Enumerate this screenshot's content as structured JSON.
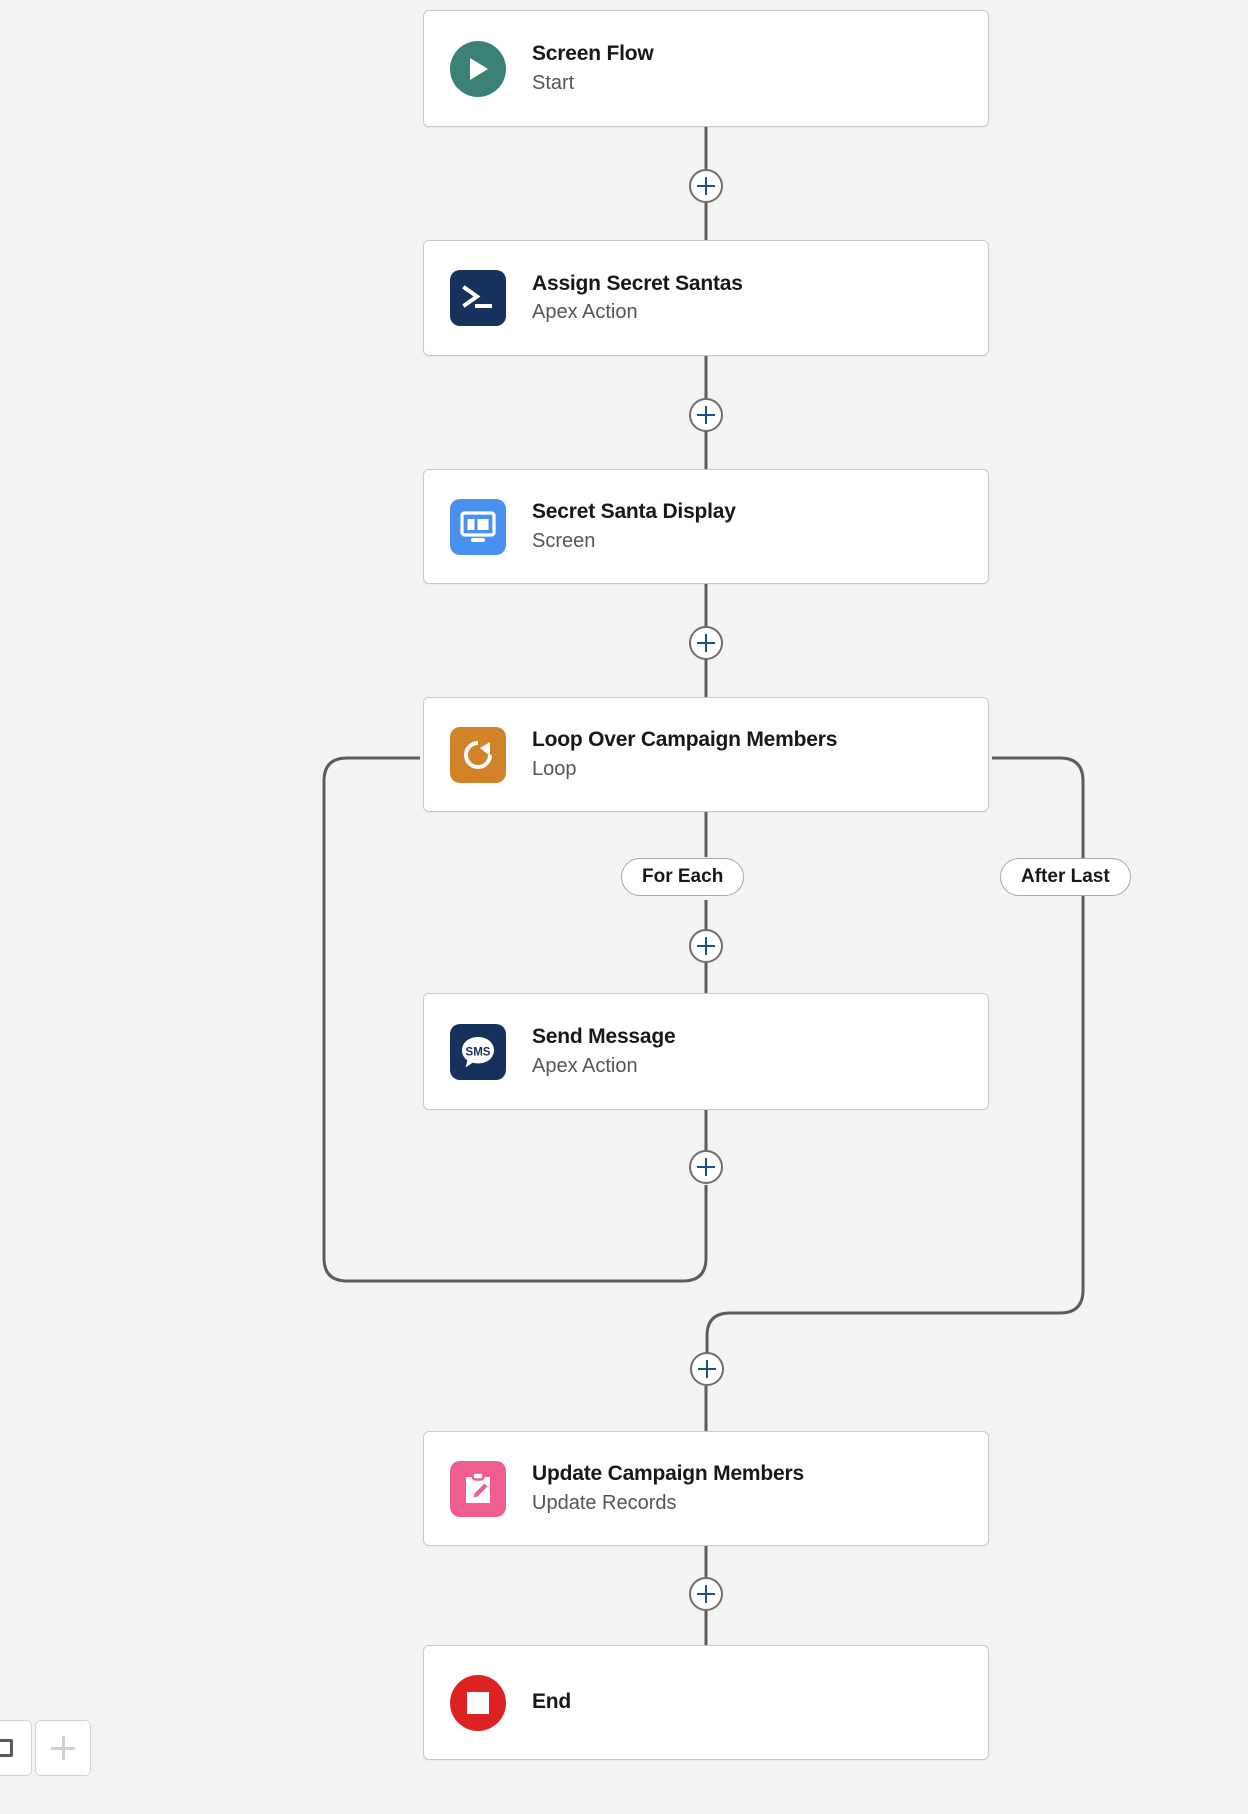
{
  "canvas": {
    "background_color": "#f3f3f3",
    "connector_color": "#5c5c5c",
    "plus_color": "#1b4f8f"
  },
  "nodes": [
    {
      "id": "start",
      "title": "Screen Flow",
      "subtitle": "Start",
      "icon": "play-circle-icon",
      "icon_color": "#3a8278"
    },
    {
      "id": "assign-secret-santas",
      "title": "Assign Secret Santas",
      "subtitle": "Apex Action",
      "icon": "apex-terminal-icon",
      "icon_color": "#16325c"
    },
    {
      "id": "secret-santa-display",
      "title": "Secret Santa Display",
      "subtitle": "Screen",
      "icon": "screen-monitor-icon",
      "icon_color": "#4a90ef"
    },
    {
      "id": "loop-over-campaign-members",
      "title": "Loop Over Campaign Members",
      "subtitle": "Loop",
      "icon": "loop-refresh-icon",
      "icon_color": "#d2832a"
    },
    {
      "id": "send-message",
      "title": "Send Message",
      "subtitle": "Apex Action",
      "icon": "sms-bubble-icon",
      "icon_color": "#16325c"
    },
    {
      "id": "update-campaign-members",
      "title": "Update Campaign Members",
      "subtitle": "Update Records",
      "icon": "clipboard-pencil-icon",
      "icon_color": "#ef5e8c"
    },
    {
      "id": "end",
      "title": "End",
      "subtitle": "",
      "icon": "stop-square-icon",
      "icon_color": "#dd2222"
    }
  ],
  "branch_labels": {
    "for_each": "For Each",
    "after_last": "After Last"
  },
  "connectors": {
    "add_element_label": "+"
  },
  "zoom_toolbar": {
    "fit_label": "",
    "zoom_in_label": "+"
  }
}
